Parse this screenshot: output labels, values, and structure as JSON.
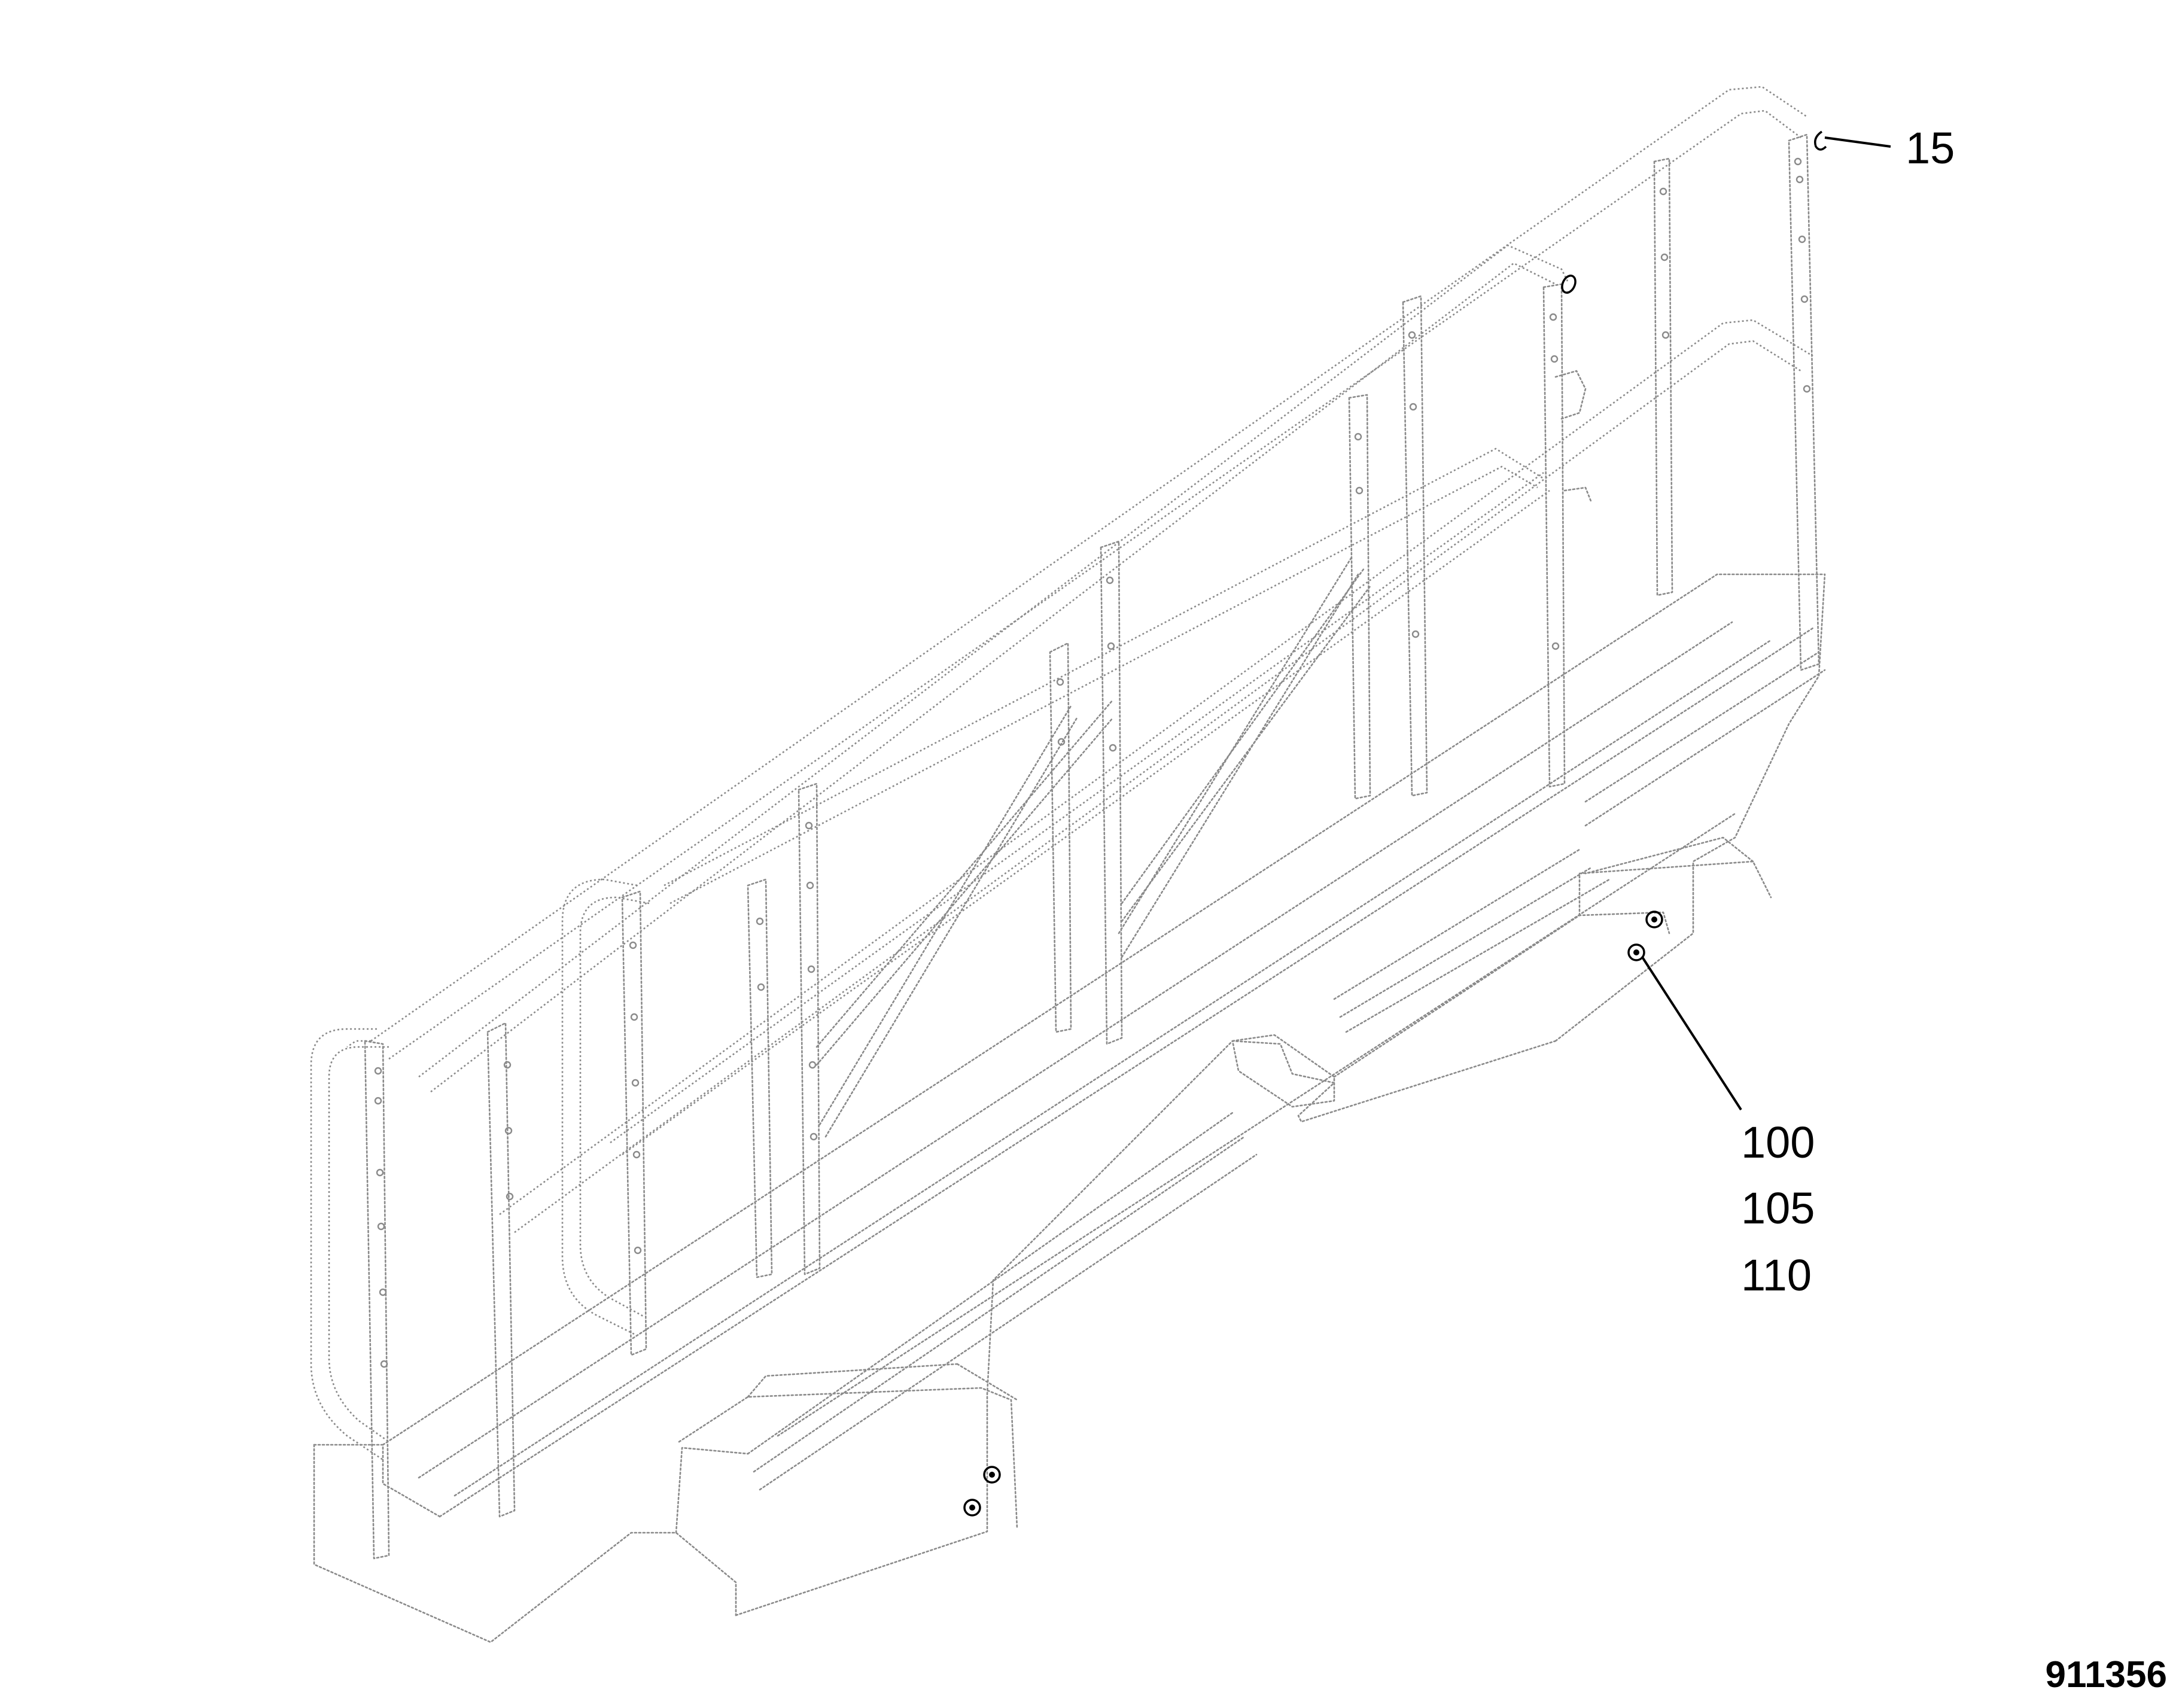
{
  "callouts": {
    "c15": "15",
    "c100": "100",
    "c105": "105",
    "c110": "110"
  },
  "figure_number": "911356"
}
